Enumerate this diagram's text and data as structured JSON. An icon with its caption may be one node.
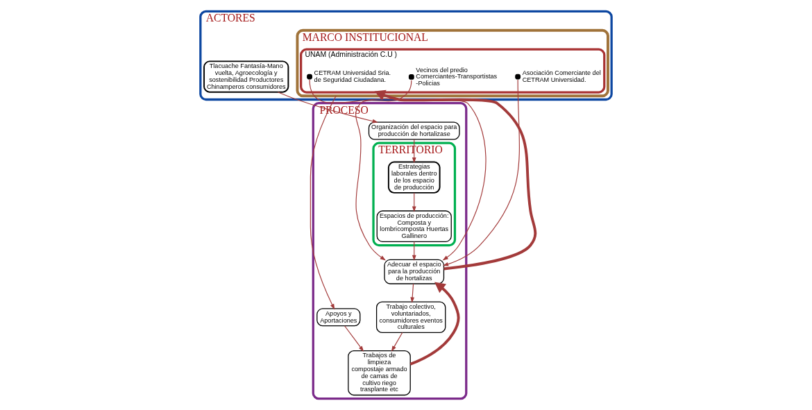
{
  "diagram": {
    "nodes": [
      {
        "text": [
          "ACTORES"
        ]
      },
      {
        "text": [
          "Tlacuache Fantasía-Mano vuelta, Agroecología y sostenibilidad Productores Chinamperos consumidores"
        ],
        "in": 0
      },
      {
        "text": [
          "MARCO INSTITUCIONAL"
        ],
        "in": 0
      },
      {
        "text": [
          "UNAM (Administración C.U )"
        ],
        "in": 2
      },
      {
        "text": [],
        "shape": "circle",
        "in": 3,
        "beside": [
          "CETRAM Universidad Sria. de Seguridad Ciudadana."
        ]
      },
      {
        "text": [],
        "shape": "circle",
        "in": 3,
        "beside": [
          "Asociación Comerciante del CETRAM Universidad."
        ]
      },
      {
        "text": [],
        "shape": "circle",
        "in": 3,
        "beside": [
          "Vecinos del predio Comerciantes-Transportistas -Policias"
        ]
      },
      {
        "text": [
          "PROCESO"
        ]
      },
      {
        "text": [
          "Organización del espacio para producción de hortalizase"
        ],
        "in": 7
      },
      {
        "text": [
          "TERRITORIO"
        ],
        "in": 7
      },
      {
        "text": [
          "Estrategias laborales dentro de los espacio de producción"
        ],
        "in": 9
      },
      {
        "text": [
          "Espacios de producción: Composta y lombricomposta Huertas Gallinero"
        ],
        "in": 9
      },
      {
        "text": [
          "Adecuar el espacio para la producción de hortalizas"
        ],
        "in": 7
      },
      {
        "text": [
          "Trabajo colectivo, voluntariados, consumidores eventos culturales"
        ],
        "in": 7
      },
      {
        "text": [
          "Apoyos y Aportaciones"
        ],
        "in": 7
      },
      {
        "text": [
          "Trabajos de limpieza compostaje armado de camas de cultivo riego trasplante etc"
        ],
        "in": 7
      }
    ],
    "edges": [
      {
        "from": 1,
        "to": 8,
        "arrow": "to"
      },
      {
        "from": 8,
        "to": 10,
        "arrow": "to"
      },
      {
        "from": 10,
        "to": 11,
        "arrow": "to"
      },
      {
        "from": 11,
        "to": 12,
        "arrow": "to"
      },
      {
        "from": 12,
        "to": 3,
        "arrow": "to",
        "style": "thick"
      },
      {
        "from": 4,
        "to": 12,
        "arrow": "to"
      },
      {
        "from": 5,
        "to": 12,
        "arrow": "to"
      },
      {
        "from": 6,
        "to": 12,
        "arrow": "to"
      },
      {
        "from": 2,
        "to": 14,
        "arrow": "to"
      },
      {
        "from": 14,
        "to": 15,
        "arrow": "to"
      },
      {
        "from": 12,
        "to": 13,
        "arrow": "to"
      },
      {
        "from": 13,
        "to": 15,
        "arrow": "to"
      },
      {
        "from": 15,
        "to": 12,
        "arrow": "to",
        "style": "thick"
      }
    ]
  }
}
